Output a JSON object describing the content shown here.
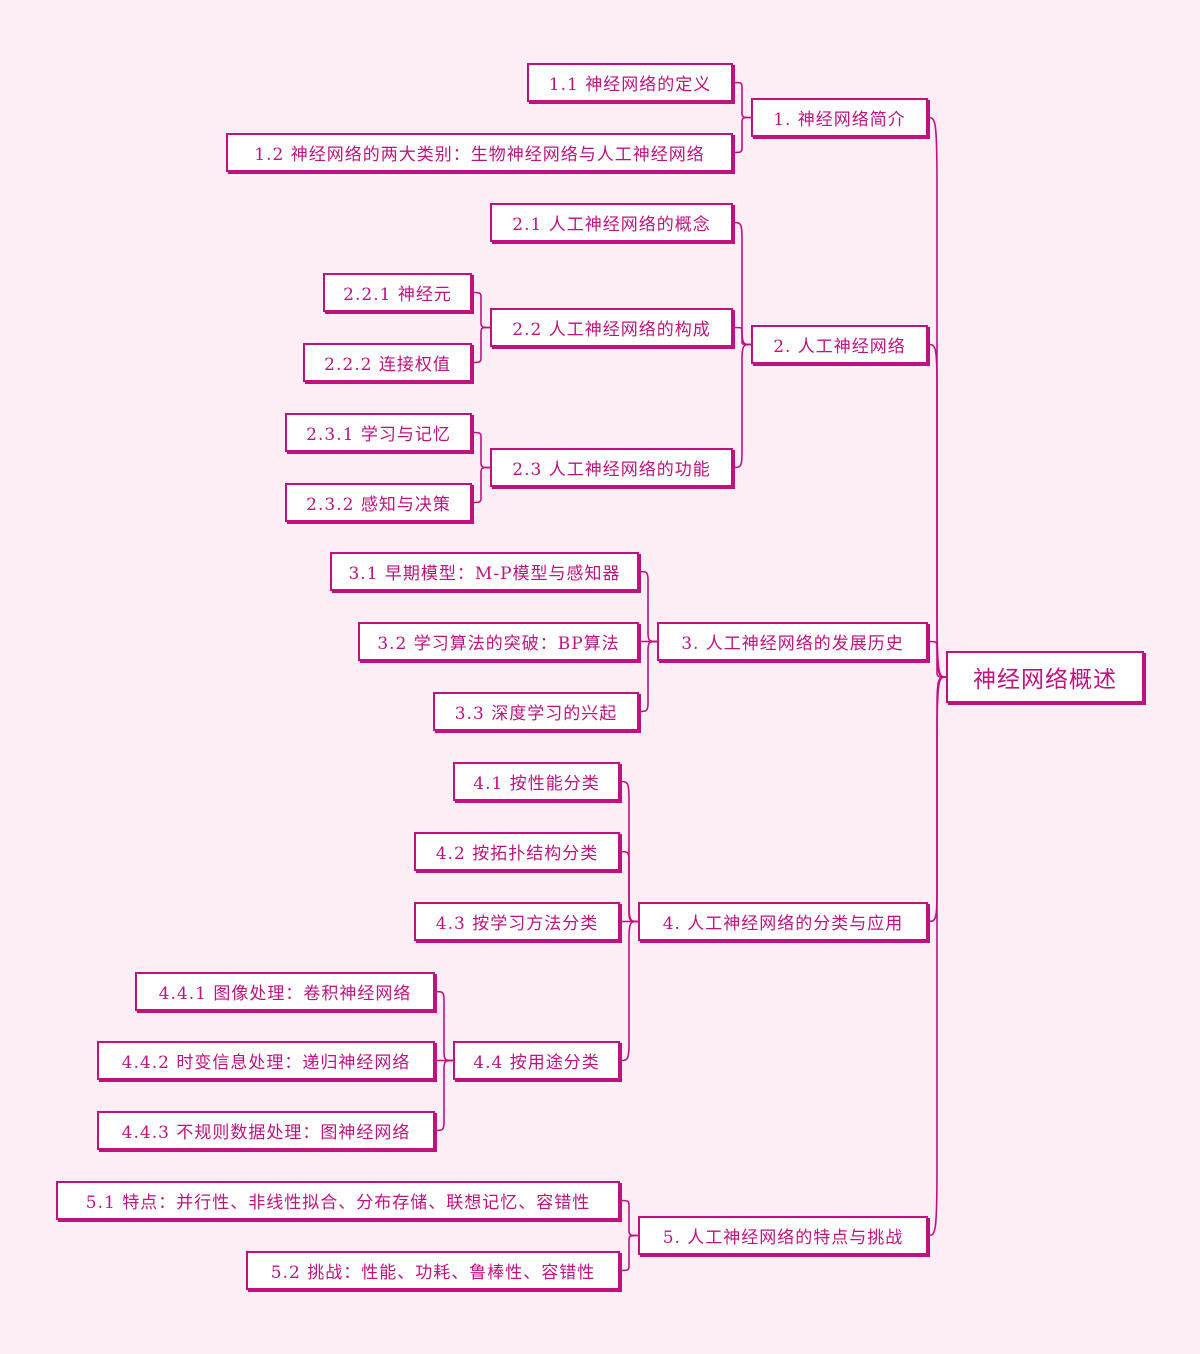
{
  "accent_color": "#c0127f",
  "background_color": "#fdeef6",
  "root": "神经网络概述",
  "n1": "1. 神经网络简介",
  "n1_1": "1.1 神经网络的定义",
  "n1_2": "1.2 神经网络的两大类别：生物神经网络与人工神经网络",
  "n2": "2. 人工神经网络",
  "n2_1": "2.1 人工神经网络的概念",
  "n2_2": "2.2 人工神经网络的构成",
  "n2_2_1": "2.2.1 神经元",
  "n2_2_2": "2.2.2 连接权值",
  "n2_3": "2.3 人工神经网络的功能",
  "n2_3_1": "2.3.1 学习与记忆",
  "n2_3_2": "2.3.2 感知与决策",
  "n3": "3. 人工神经网络的发展历史",
  "n3_1": "3.1 早期模型：M-P模型与感知器",
  "n3_2": "3.2 学习算法的突破：BP算法",
  "n3_3": "3.3 深度学习的兴起",
  "n4": "4. 人工神经网络的分类与应用",
  "n4_1": "4.1 按性能分类",
  "n4_2": "4.2 按拓扑结构分类",
  "n4_3": "4.3 按学习方法分类",
  "n4_4": "4.4 按用途分类",
  "n4_4_1": "4.4.1 图像处理：卷积神经网络",
  "n4_4_2": "4.4.2 时变信息处理：递归神经网络",
  "n4_4_3": "4.4.3 不规则数据处理：图神经网络",
  "n5": "5. 人工神经网络的特点与挑战",
  "n5_1": "5.1 特点：并行性、非线性拟合、分布存储、联想记忆、容错性",
  "n5_2": "5.2 挑战：性能、功耗、鲁棒性、容错性"
}
